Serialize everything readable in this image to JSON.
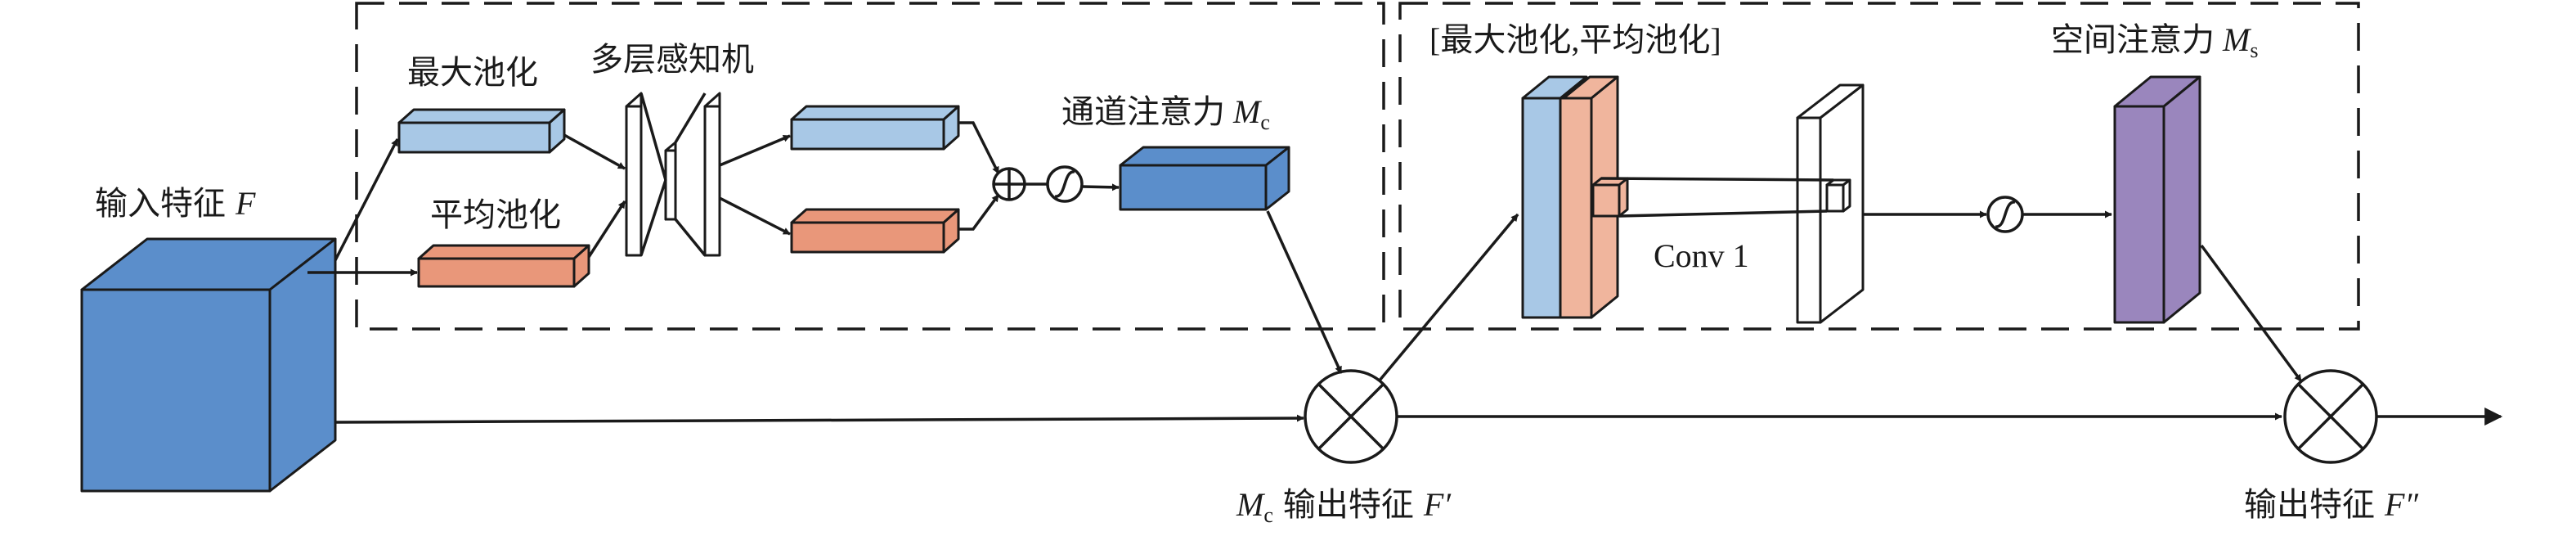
{
  "labels": {
    "input_feature": "输入特征",
    "input_symbol": "F",
    "max_pool": "最大池化",
    "avg_pool": "平均池化",
    "mlp": "多层感知机",
    "channel_attention": "通道注意力",
    "channel_symbol": "M",
    "channel_symbol_sub": "c",
    "spatial_pool": "[最大池化,平均池化]",
    "conv": "Conv 1",
    "spatial_attention": "空间注意力",
    "spatial_symbol": "M",
    "spatial_symbol_sub": "s",
    "mid_output_symbol": "M",
    "mid_output_symbol_sub": "c",
    "mid_output_text": "输出特征",
    "mid_output_feature": "F′",
    "final_output_text": "输出特征",
    "final_output_feature": "F″"
  },
  "colors": {
    "blue_dark": "#5b8ecb",
    "blue_light": "#a8c8e6",
    "orange": "#e9977a",
    "orange_light": "#f0b59d",
    "purple": "#9a86bd",
    "stroke": "#1a1a1a"
  }
}
